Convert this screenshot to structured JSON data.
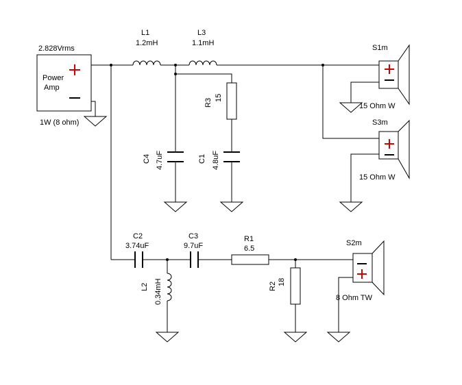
{
  "source": {
    "voltage": "2.828Vrms",
    "label_line1": "Power",
    "label_line2": "Amp",
    "rating": "1W (8 ohm)"
  },
  "components": {
    "L1": {
      "ref": "L1",
      "value": "1.2mH"
    },
    "L3": {
      "ref": "L3",
      "value": "1.1mH"
    },
    "R3": {
      "ref": "R3",
      "value": "15"
    },
    "C4": {
      "ref": "C4",
      "value": "4.7uF"
    },
    "C1": {
      "ref": "C1",
      "value": "4.8uF"
    },
    "C2": {
      "ref": "C2",
      "value": "3.74uF"
    },
    "C3": {
      "ref": "C3",
      "value": "9.7uF"
    },
    "R1": {
      "ref": "R1",
      "value": "6.5"
    },
    "L2": {
      "ref": "L2",
      "value": "0.34mH"
    },
    "R2": {
      "ref": "R2",
      "value": "18"
    }
  },
  "speakers": {
    "S1m": {
      "ref": "S1m",
      "desc": "15 Ohm W"
    },
    "S3m": {
      "ref": "S3m",
      "desc": "15 Ohm W"
    },
    "S2m": {
      "ref": "S2m",
      "desc": "8 Ohm TW"
    }
  },
  "colors": {
    "wire": "#000000",
    "positive_terminal": "#d10000"
  }
}
